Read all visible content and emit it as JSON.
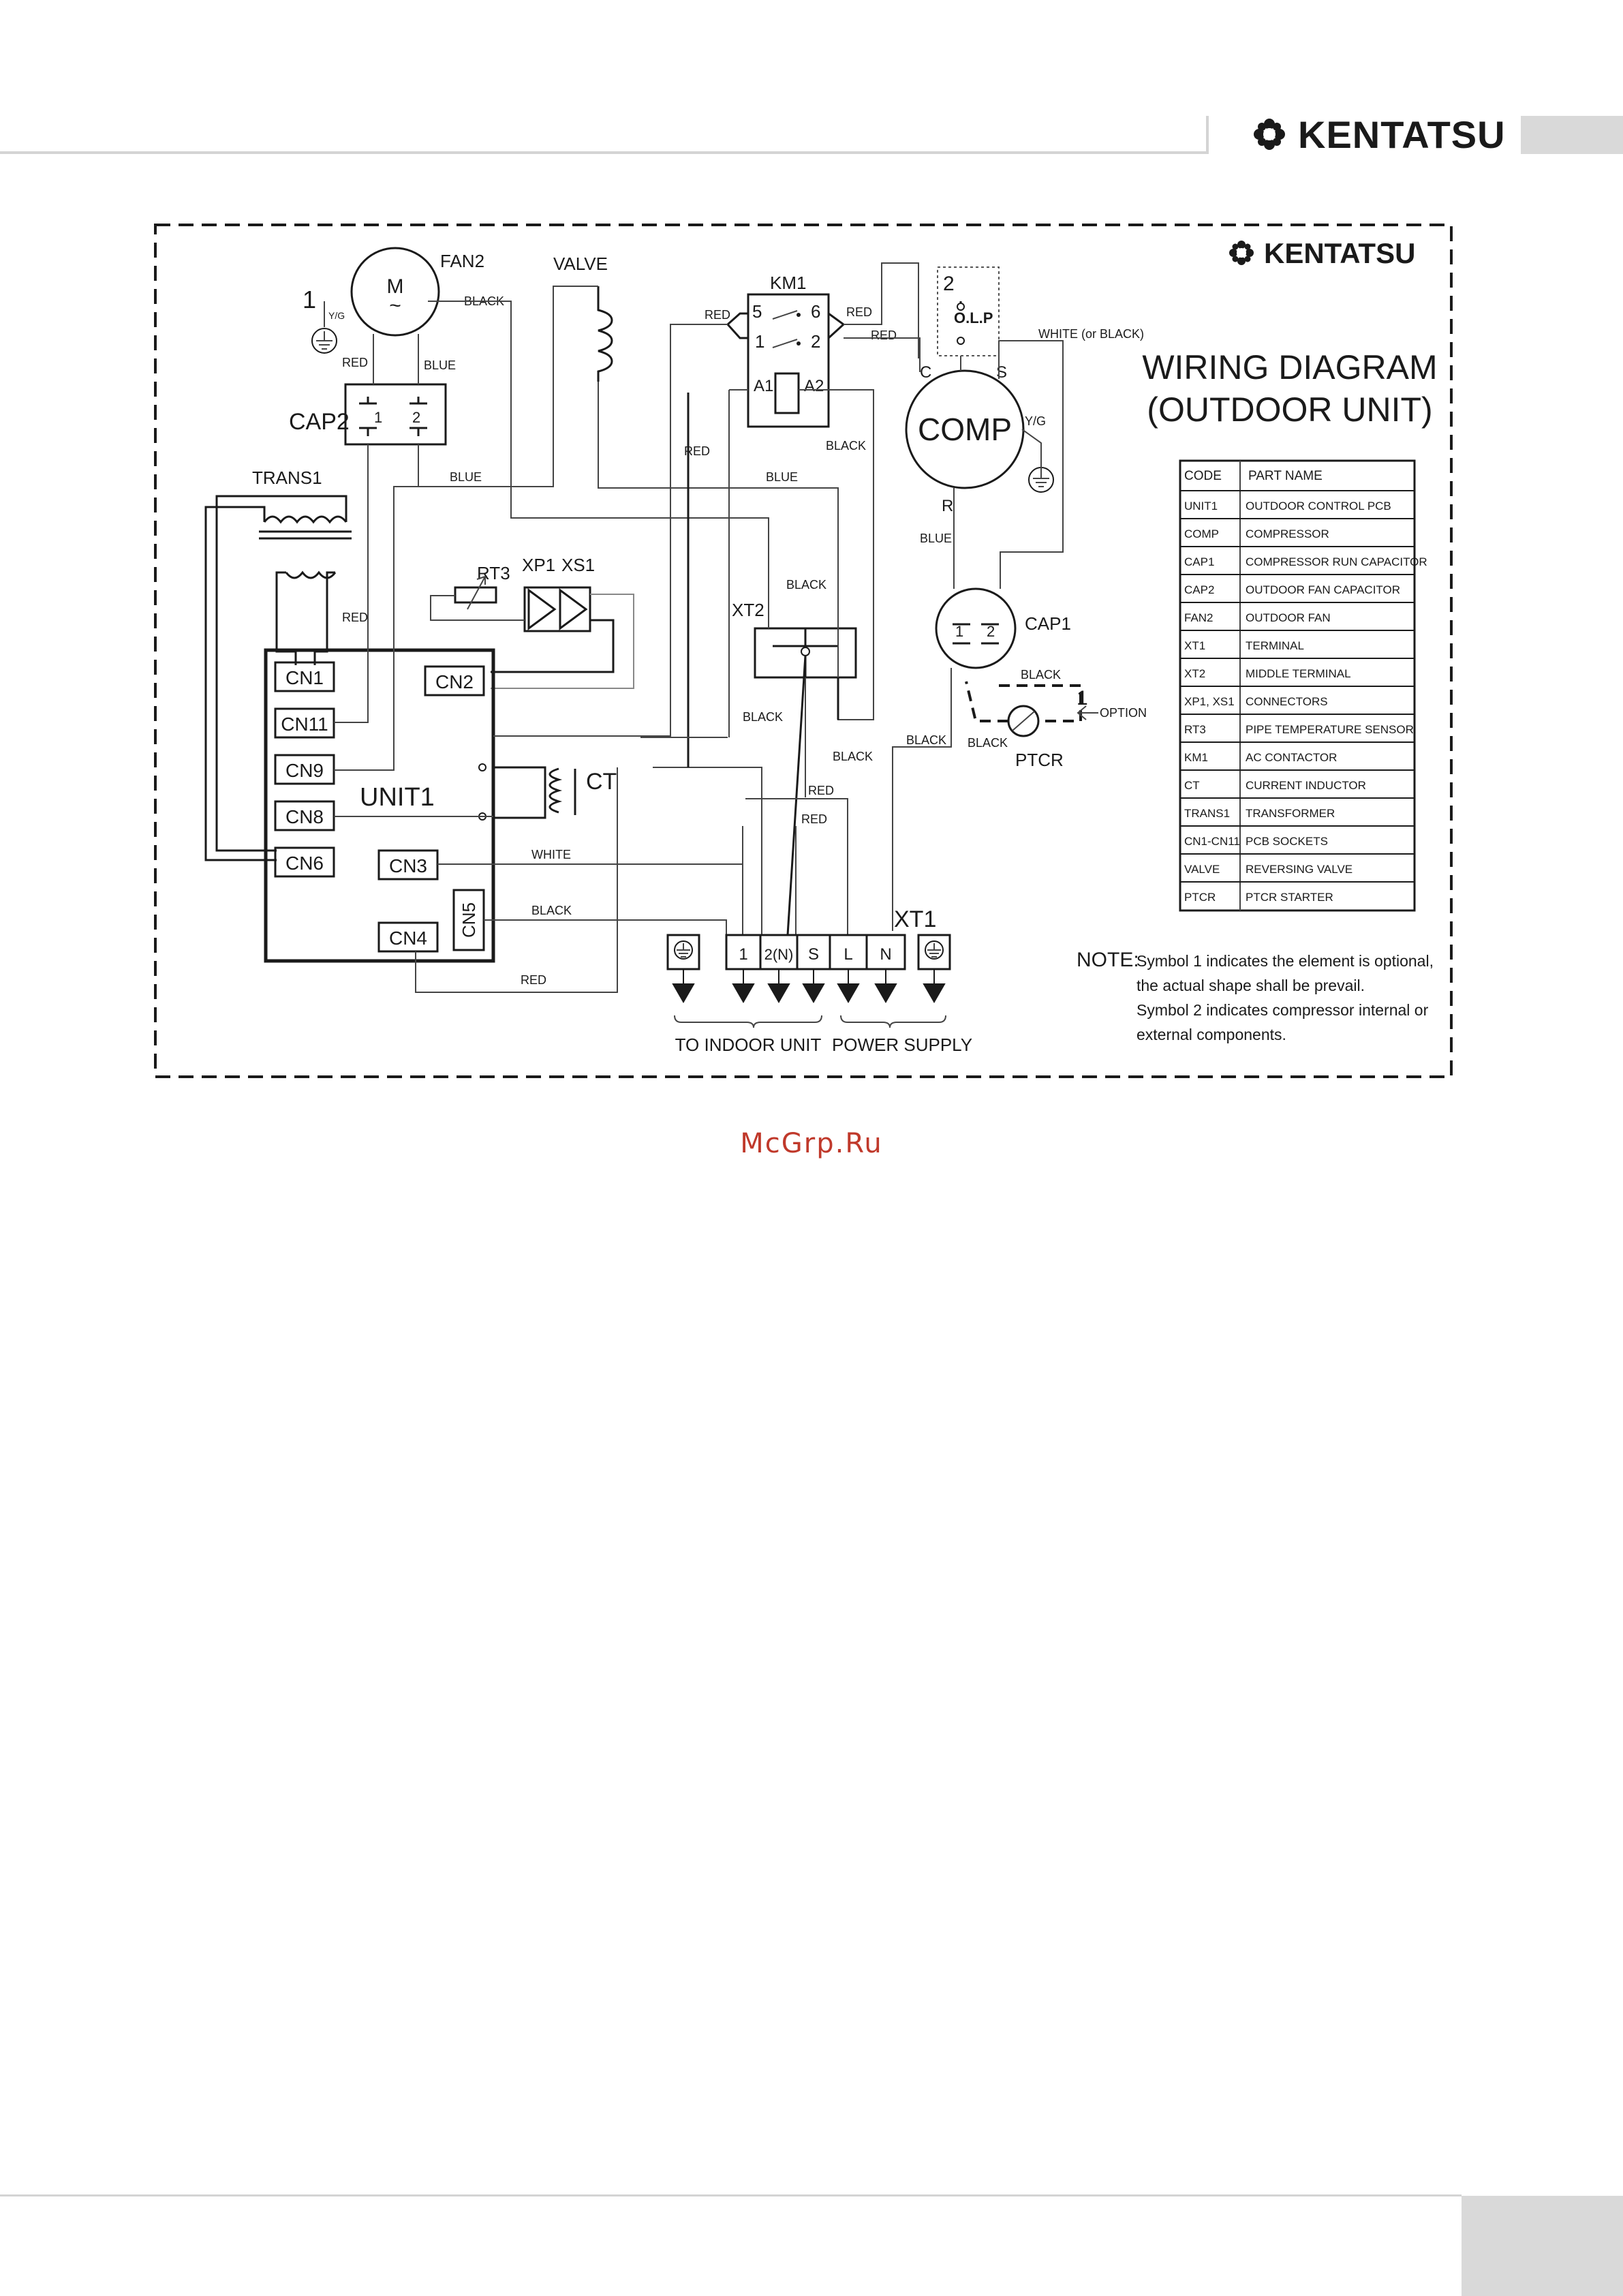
{
  "header": {
    "brand": "KENTATSU"
  },
  "diagram": {
    "brand": "KENTATSU",
    "title_line1": "WIRING DIAGRAM",
    "title_line2": "(OUTDOOR UNIT)",
    "components": {
      "fan2": "FAN2",
      "motor_m": "M",
      "motor_tilde": "~",
      "valve": "VALVE",
      "km1": "KM1",
      "cap2": "CAP2",
      "cap2_pin1": "1",
      "cap2_pin2": "2",
      "trans1": "TRANS1",
      "rt3": "RT3",
      "xp1": "XP1",
      "xs1": "XS1",
      "xt2": "XT2",
      "comp": "COMP",
      "olp": "O.L.P",
      "cap1": "CAP1",
      "cap1_pin1": "1",
      "cap1_pin2": "2",
      "ptcr": "PTCR",
      "ct": "CT",
      "unit1": "UNIT1",
      "xt1": "XT1",
      "km1_5": "5",
      "km1_6": "6",
      "km1_1": "1",
      "km1_2": "2",
      "km1_a1": "A1",
      "km1_a2": "A2",
      "comp_c": "C",
      "comp_s": "S",
      "comp_r": "R",
      "comp_yg": "Y/G",
      "fan_yg": "Y/G",
      "symbol1": "1",
      "symbol2": "2",
      "option_1": "1",
      "option": "OPTION"
    },
    "connectors": [
      "CN1",
      "CN11",
      "CN9",
      "CN8",
      "CN6",
      "CN2",
      "CN3",
      "CN4",
      "CN5"
    ],
    "terminals": [
      "1",
      "2(N)",
      "S",
      "L",
      "N"
    ],
    "wire_labels": {
      "fan_black": "BLACK",
      "fan_red": "RED",
      "fan_blue": "BLUE",
      "km1_red_left": "RED",
      "km1_red_right1": "RED",
      "km1_red_right2": "RED",
      "white_or_black": "WHITE (or BLACK)",
      "blue_top": "BLUE",
      "blue_mid": "BLUE",
      "red_left": "RED",
      "black_km": "BLACK",
      "red_cn11": "RED",
      "blue_comp": "BLUE",
      "black_xt2": "BLACK",
      "black_xt2_low": "BLACK",
      "black_mid": "BLACK",
      "black_ptcr_top": "BLACK",
      "black_ptcr_left": "BLACK",
      "black_cap1": "BLACK",
      "red_t1": "RED",
      "red_t2": "RED",
      "white_cn3": "WHITE",
      "black_cn5": "BLACK",
      "red_cn4": "RED"
    },
    "bottom_labels": {
      "indoor": "TO INDOOR UNIT",
      "power": "POWER SUPPLY"
    },
    "parts_table": {
      "headers": [
        "CODE",
        "PART NAME"
      ],
      "rows": [
        [
          "UNIT1",
          "OUTDOOR CONTROL PCB"
        ],
        [
          "COMP",
          "COMPRESSOR"
        ],
        [
          "CAP1",
          "COMPRESSOR RUN CAPACITOR"
        ],
        [
          "CAP2",
          "OUTDOOR FAN CAPACITOR"
        ],
        [
          "FAN2",
          "OUTDOOR FAN"
        ],
        [
          "XT1",
          "TERMINAL"
        ],
        [
          "XT2",
          "MIDDLE TERMINAL"
        ],
        [
          "XP1, XS1",
          "CONNECTORS"
        ],
        [
          "RT3",
          "PIPE TEMPERATURE SENSOR"
        ],
        [
          "KM1",
          "AC CONTACTOR"
        ],
        [
          "CT",
          "CURRENT INDUCTOR"
        ],
        [
          "TRANS1",
          "TRANSFORMER"
        ],
        [
          "CN1-CN11",
          "PCB SOCKETS"
        ],
        [
          "VALVE",
          "REVERSING VALVE"
        ],
        [
          "PTCR",
          "PTCR STARTER"
        ]
      ]
    },
    "note": {
      "label": "NOTE:",
      "lines": [
        "Symbol 1 indicates the element is optional,",
        "the actual shape shall be prevail.",
        "Symbol 2 indicates compressor internal or",
        "external components."
      ]
    }
  },
  "watermark": "McGrp.Ru"
}
